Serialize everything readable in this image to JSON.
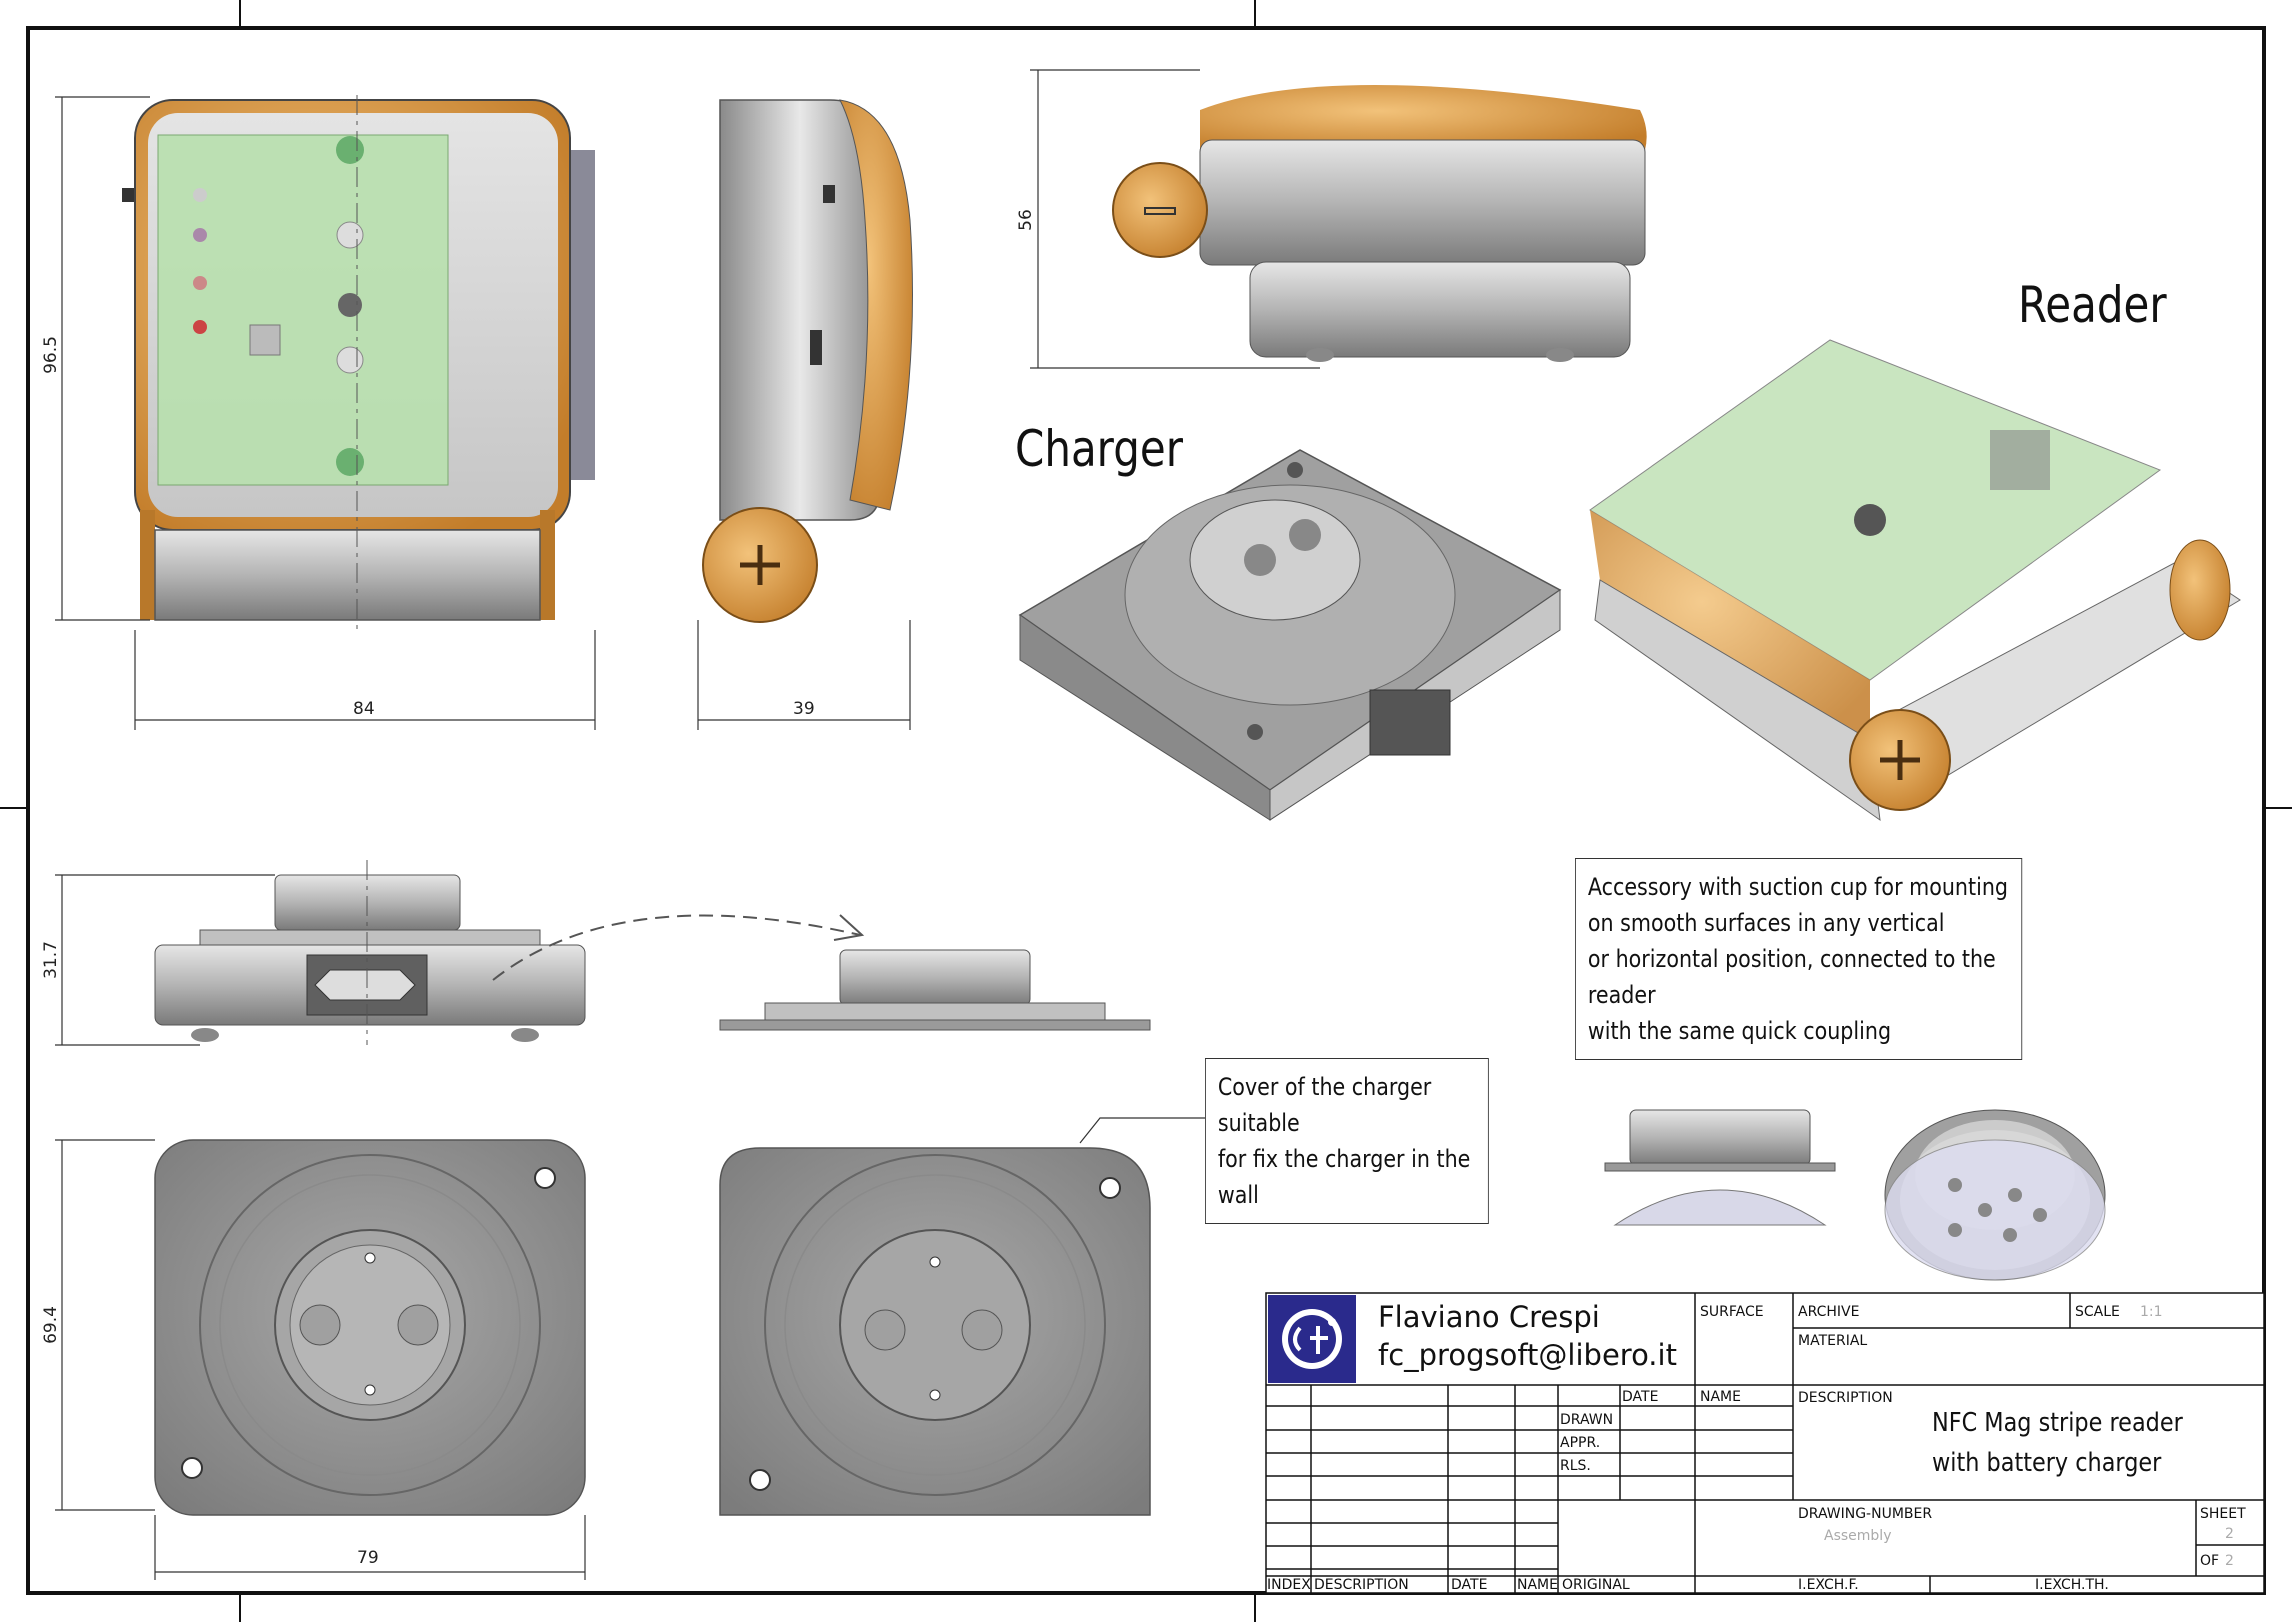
{
  "view_labels": {
    "reader": "Reader",
    "charger": "Charger"
  },
  "dimensions": {
    "reader_height": "96.5",
    "reader_width": "84",
    "reader_depth": "39",
    "reader_side_height": "56",
    "charger_height": "31.7",
    "charger_top_height": "69.4",
    "charger_width": "79"
  },
  "notes": {
    "accessory": [
      "Accessory with suction cup for mounting",
      "on smooth surfaces  in any vertical",
      "or horizontal position, connected to the reader",
      "with the same quick coupling"
    ],
    "cover": [
      "Cover of the charger suitable",
      "for fix the charger in the wall"
    ]
  },
  "title_block": {
    "author": "Flaviano Crespi",
    "email": "fc_progsoft@libero.it",
    "surface": "SURFACE",
    "archive": "ARCHIVE",
    "scale": "SCALE",
    "scale_value": "1:1",
    "material": "MATERIAL",
    "date": "DATE",
    "name": "NAME",
    "drawn": "DRAWN",
    "appr": "APPR.",
    "rls": "RLS.",
    "description_label": "DESCRIPTION",
    "description_line1": "NFC Mag stripe reader",
    "description_line2": "with battery charger",
    "drawing_number": "DRAWING-NUMBER",
    "drawing_number_value": "Assembly",
    "sheet": "SHEET",
    "sheet_value": "2",
    "of": "OF",
    "of_value": "2",
    "index": "INDEX",
    "description_col": "DESCRIPTION",
    "date_col": "DATE",
    "name_col": "NAME",
    "original": "ORIGINAL",
    "iexchf": "I.EXCH.F.",
    "iexchth": "I.EXCH.TH."
  },
  "colors": {
    "brass": "#d4943c",
    "pcb": "#b9e0b0",
    "body": "#9a9a9a",
    "frame": "#111111"
  }
}
